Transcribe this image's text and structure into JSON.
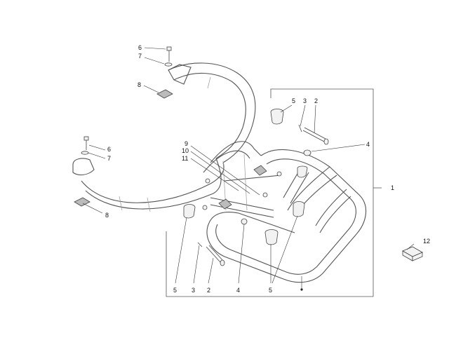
{
  "callouts": [
    {
      "id": "c6a",
      "label": "6"
    },
    {
      "id": "c7a",
      "label": "7"
    },
    {
      "id": "c8a",
      "label": "8"
    },
    {
      "id": "c6b",
      "label": "6"
    },
    {
      "id": "c7b",
      "label": "7"
    },
    {
      "id": "c8b",
      "label": "8"
    },
    {
      "id": "c9",
      "label": "9"
    },
    {
      "id": "c10",
      "label": "10"
    },
    {
      "id": "c11",
      "label": "11"
    },
    {
      "id": "c5top",
      "label": "5"
    },
    {
      "id": "c3top",
      "label": "3"
    },
    {
      "id": "c2top",
      "label": "2"
    },
    {
      "id": "c4right",
      "label": "4"
    },
    {
      "id": "c1",
      "label": "1"
    },
    {
      "id": "c12",
      "label": "12"
    },
    {
      "id": "c5b1",
      "label": "5"
    },
    {
      "id": "c3b",
      "label": "3"
    },
    {
      "id": "c2b",
      "label": "2"
    },
    {
      "id": "c4b",
      "label": "4"
    },
    {
      "id": "c5b2",
      "label": "5"
    }
  ]
}
